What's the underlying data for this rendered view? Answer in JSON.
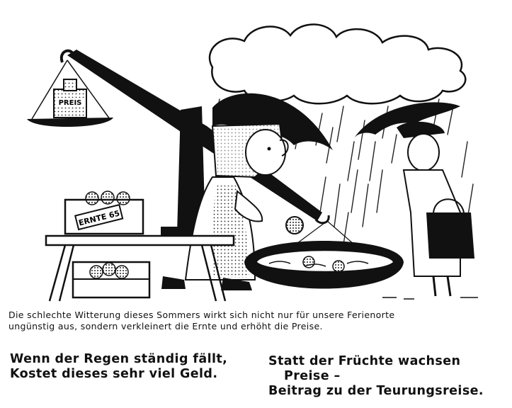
{
  "illustration": {
    "weight_label": "PREIS",
    "crate_label": "ERNTE 65"
  },
  "caption": {
    "line1": "Die schlechte Witterung dieses Sommers wirkt sich nicht nur für unsere Ferienorte",
    "line2": "ungünstig aus, sondern verkleinert die Ernte und erhöht die Preise."
  },
  "verse_left": {
    "line1": "Wenn der Regen ständig fällt,",
    "line2": "Kostet dieses sehr viel Geld."
  },
  "verse_right": {
    "line1": "Statt der Früchte wachsen",
    "line2": "Preise –",
    "line3": "Beitrag zu der Teurungsreise."
  }
}
